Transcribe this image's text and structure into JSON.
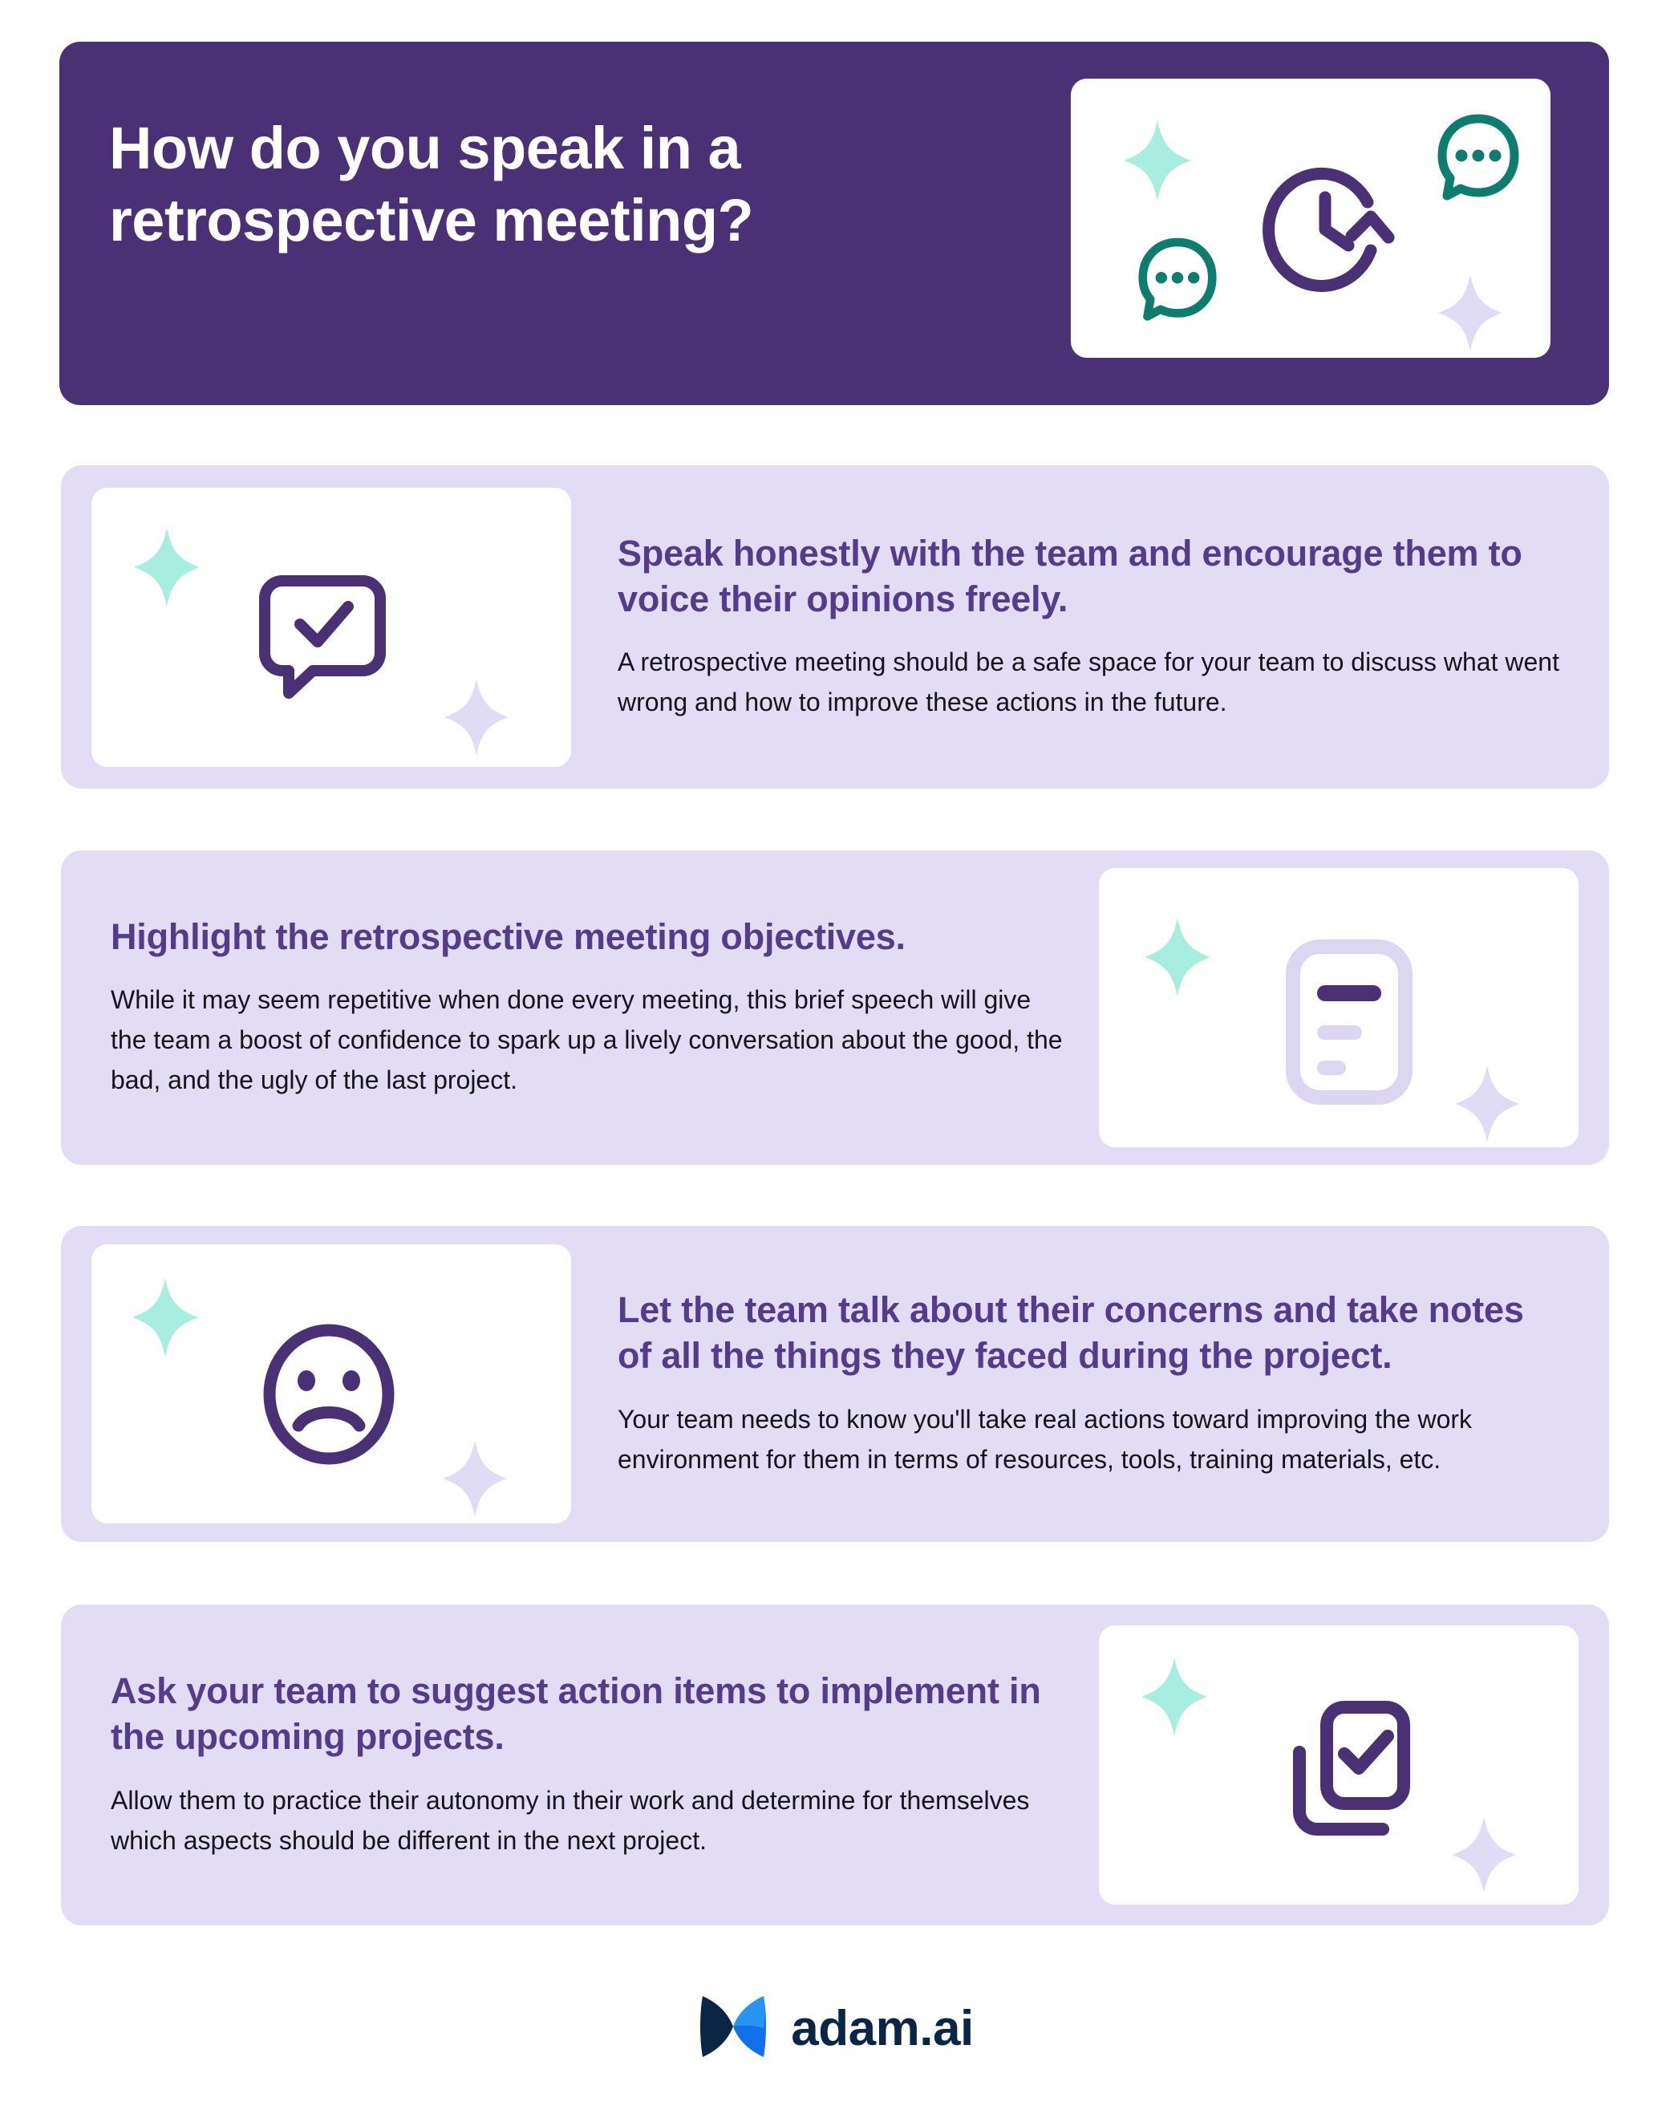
{
  "header": {
    "title": "How do you speak in a retrospective meeting?",
    "title_line_1": "How do you speak in a",
    "title_line_2": "retrospective meeting?",
    "background_color": "#4A3075",
    "illustration": {
      "icons": [
        "clock-refresh-icon",
        "chat-bubble-dots-icon",
        "chat-bubble-dots-icon",
        "diamond-mint-icon",
        "diamond-lavender-icon"
      ],
      "accent_purple": "#4A3075",
      "accent_teal": "#0E7D6E",
      "accent_mint": "#A8EEE0",
      "accent_lavender": "#E0DCF5"
    }
  },
  "cards": [
    {
      "heading": "Speak honestly with the team and encourage them to voice their opinions freely.",
      "body": "A retrospective meeting should be a safe space for your team to discuss what went wrong and how to improve these actions in the future.",
      "media_side": "left",
      "icon": "chat-bubble-check-icon"
    },
    {
      "heading": "Highlight the retrospective meeting objectives.",
      "body": "While it may seem repetitive when done every meeting, this brief speech will give the team a boost of confidence to spark up a lively conversation about the good, the bad, and the ugly of the last project.",
      "media_side": "right",
      "icon": "document-lines-icon"
    },
    {
      "heading": "Let the team talk about their concerns and take notes of all the things they faced during the project.",
      "body": "Your team needs to know you'll take real actions toward improving the work environment for them in terms of resources, tools, training materials, etc.",
      "media_side": "left",
      "icon": "sad-face-icon"
    },
    {
      "heading": "Ask your team to suggest action items to implement in the upcoming projects.",
      "body": "Allow them to practice their autonomy in their work and determine for themselves which aspects should be different in the next project.",
      "media_side": "right",
      "icon": "checked-documents-icon"
    }
  ],
  "footer": {
    "brand": "adam.ai",
    "logo_icon": "adam-ai-bowtie-logo",
    "brand_color": "#0B2545",
    "accent_color": "#1270E8"
  },
  "palette": {
    "deep_purple": "#4A3075",
    "heading_purple": "#553C8B",
    "card_background": "#E2DDF5",
    "panel_white": "#FFFFFF",
    "mint": "#A8EEE0",
    "lavender": "#E0DCF5",
    "teal": "#0E7D6E",
    "body_text": "#14141A"
  }
}
